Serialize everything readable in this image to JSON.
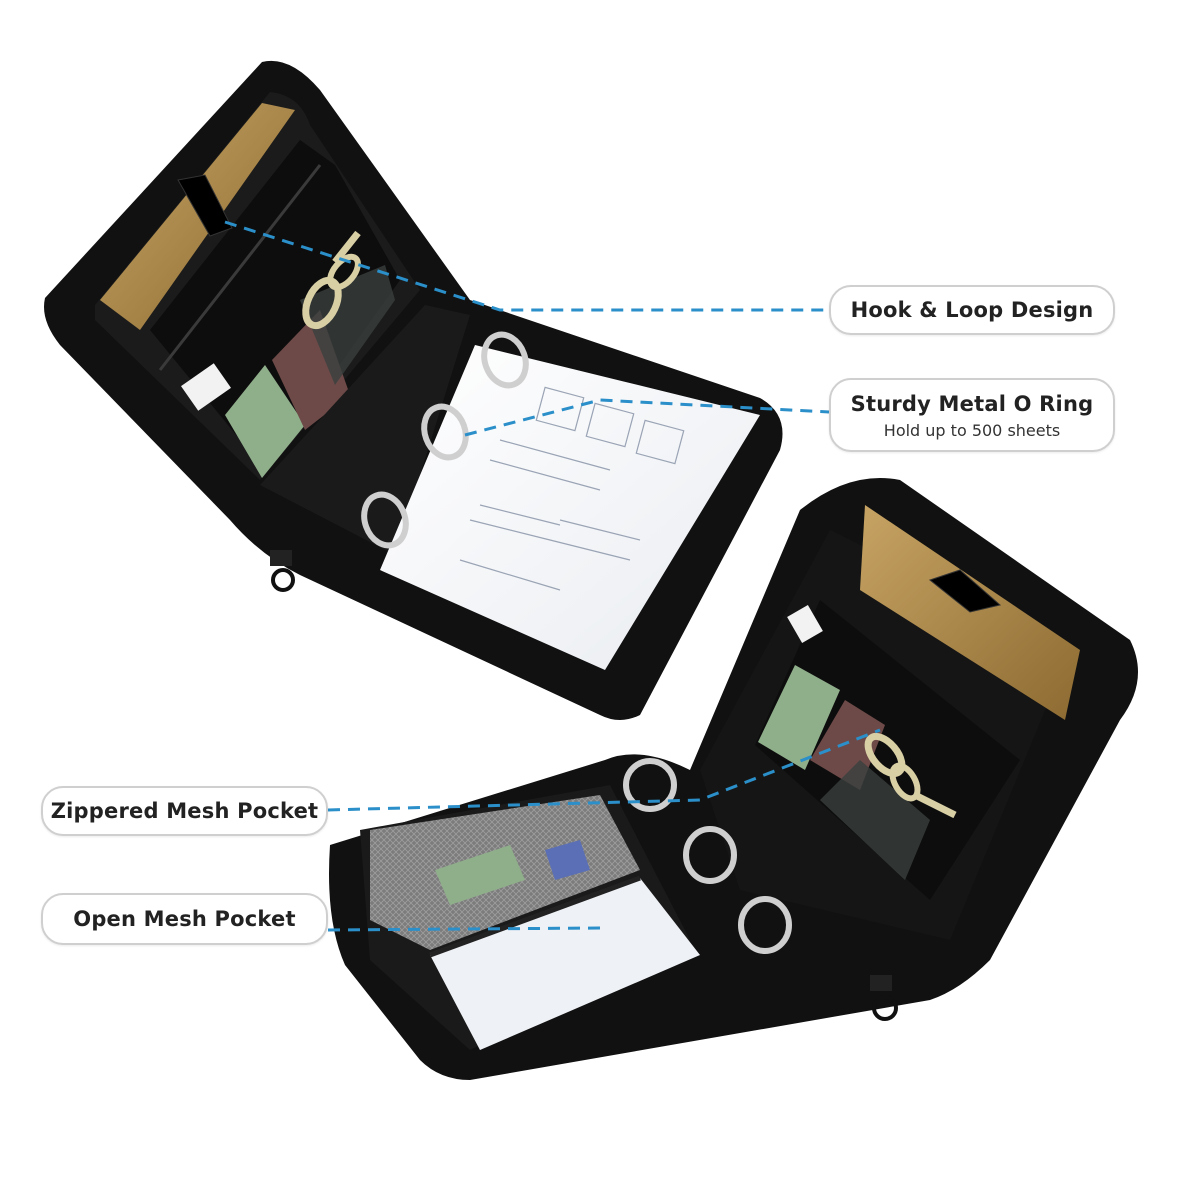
{
  "callouts": {
    "hook_loop": {
      "title": "Hook & Loop Design"
    },
    "metal_ring": {
      "title": "Sturdy Metal O Ring",
      "subtitle": "Hold up to 500 sheets"
    },
    "zippered_mesh": {
      "title": "Zippered Mesh Pocket"
    },
    "open_mesh": {
      "title": "Open Mesh Pocket"
    }
  },
  "colors": {
    "binder_black": "#111111",
    "binder_edge": "#2a2a2a",
    "leader_line": "#2b8fc9",
    "tablet_gold": "#b08a4a",
    "card_green": "#8fae8a",
    "ring_silver": "#c9c9c9",
    "paper_white": "#f4f5f7",
    "mesh_grey": "#9a9a9a"
  },
  "icons": [
    "scissors-icon",
    "o-ring-icon",
    "zipper-pull-icon"
  ]
}
